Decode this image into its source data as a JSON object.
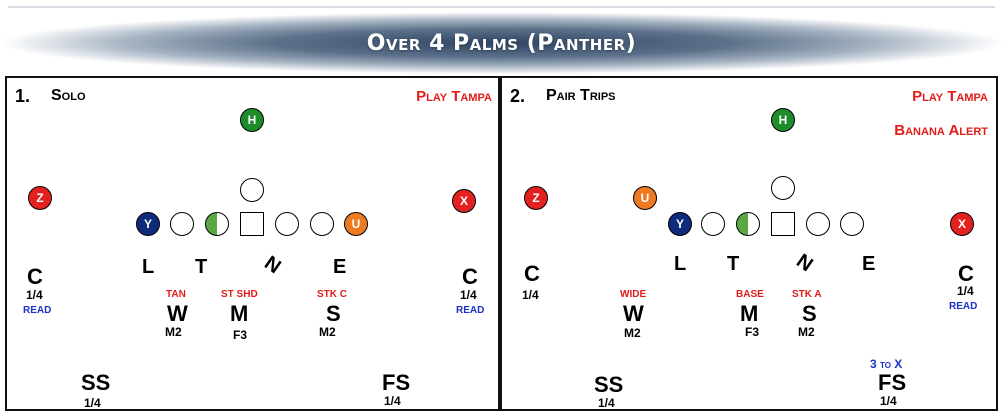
{
  "banner": {
    "title": "Over 4 Palms (Panther)"
  },
  "colors": {
    "receiver_red": "#e42121",
    "back_green": "#1e8c2a",
    "tight_end_navy": "#0f2c7c",
    "u_orange": "#ee7a22",
    "call_red": "#e21b1b",
    "note_blue": "#1a33c9"
  },
  "panels": [
    {
      "number": "1.",
      "label": "Solo",
      "calls": [
        "Play Tampa"
      ],
      "players": {
        "h": "H",
        "z": "Z",
        "x": "X",
        "y": "Y",
        "u": "U"
      },
      "line": {
        "l": "L",
        "t": "T",
        "n": "N",
        "e": "E"
      },
      "left_corner": {
        "pos": "C",
        "zone": "1/4",
        "note": "READ"
      },
      "right_corner": {
        "pos": "C",
        "zone": "1/4",
        "note": "READ"
      },
      "w": {
        "tag": "TAN",
        "pos": "W",
        "zone": "M2"
      },
      "m": {
        "tag": "ST SHD",
        "pos": "M",
        "zone": "F3"
      },
      "s": {
        "tag": "STK C",
        "pos": "S",
        "zone": "M2"
      },
      "ss": {
        "pos": "SS",
        "zone": "1/4"
      },
      "fs": {
        "pos": "FS",
        "zone": "1/4"
      }
    },
    {
      "number": "2.",
      "label": "Pair Trips",
      "calls": [
        "Play Tampa",
        "Banana Alert"
      ],
      "players": {
        "h": "H",
        "z": "Z",
        "x": "X",
        "y": "Y",
        "u": "U"
      },
      "line": {
        "l": "L",
        "t": "T",
        "n": "N",
        "e": "E"
      },
      "left_corner": {
        "pos": "C",
        "zone": "1/4"
      },
      "right_corner": {
        "pos": "C",
        "zone": "1/4",
        "note": "READ"
      },
      "w": {
        "tag": "WIDE",
        "pos": "W",
        "zone": "M2"
      },
      "m": {
        "tag": "BASE",
        "pos": "M",
        "zone": "F3"
      },
      "s": {
        "tag": "STK A",
        "pos": "S",
        "zone": "M2"
      },
      "ss": {
        "pos": "SS",
        "zone": "1/4"
      },
      "fs": {
        "note": "3 to X",
        "pos": "FS",
        "zone": "1/4"
      }
    }
  ]
}
